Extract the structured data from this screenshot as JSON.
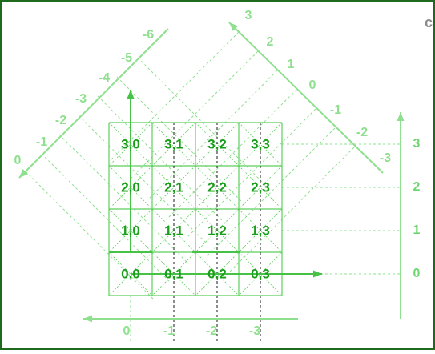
{
  "colors": {
    "frame": "#1e6b1e",
    "light": "#8ee08e",
    "grid": "#5ccf5c",
    "mid": "#46c246",
    "cell_text": "#1b9e1b",
    "dark_dash": "#1a1a1a",
    "right_label": "#6fd66f"
  },
  "grid": {
    "rows": [
      [
        "3,0",
        "3,1",
        "3,2",
        "3,3"
      ],
      [
        "2,0",
        "2,1",
        "2,2",
        "2,3"
      ],
      [
        "1,0",
        "1,1",
        "1,2",
        "1,3"
      ],
      [
        "0,0",
        "0,1",
        "0,2",
        "0,3"
      ]
    ]
  },
  "axes": {
    "right": [
      "3",
      "2",
      "1",
      "0"
    ],
    "bottom": [
      "0",
      "-1",
      "-2",
      "-3"
    ],
    "left_diag": [
      "-6",
      "-5",
      "-4",
      "-3",
      "-2",
      "-1",
      "0"
    ],
    "right_diag": [
      "3",
      "2",
      "1",
      "0",
      "-1",
      "-2",
      "-3"
    ]
  },
  "edge_glyph": "c"
}
